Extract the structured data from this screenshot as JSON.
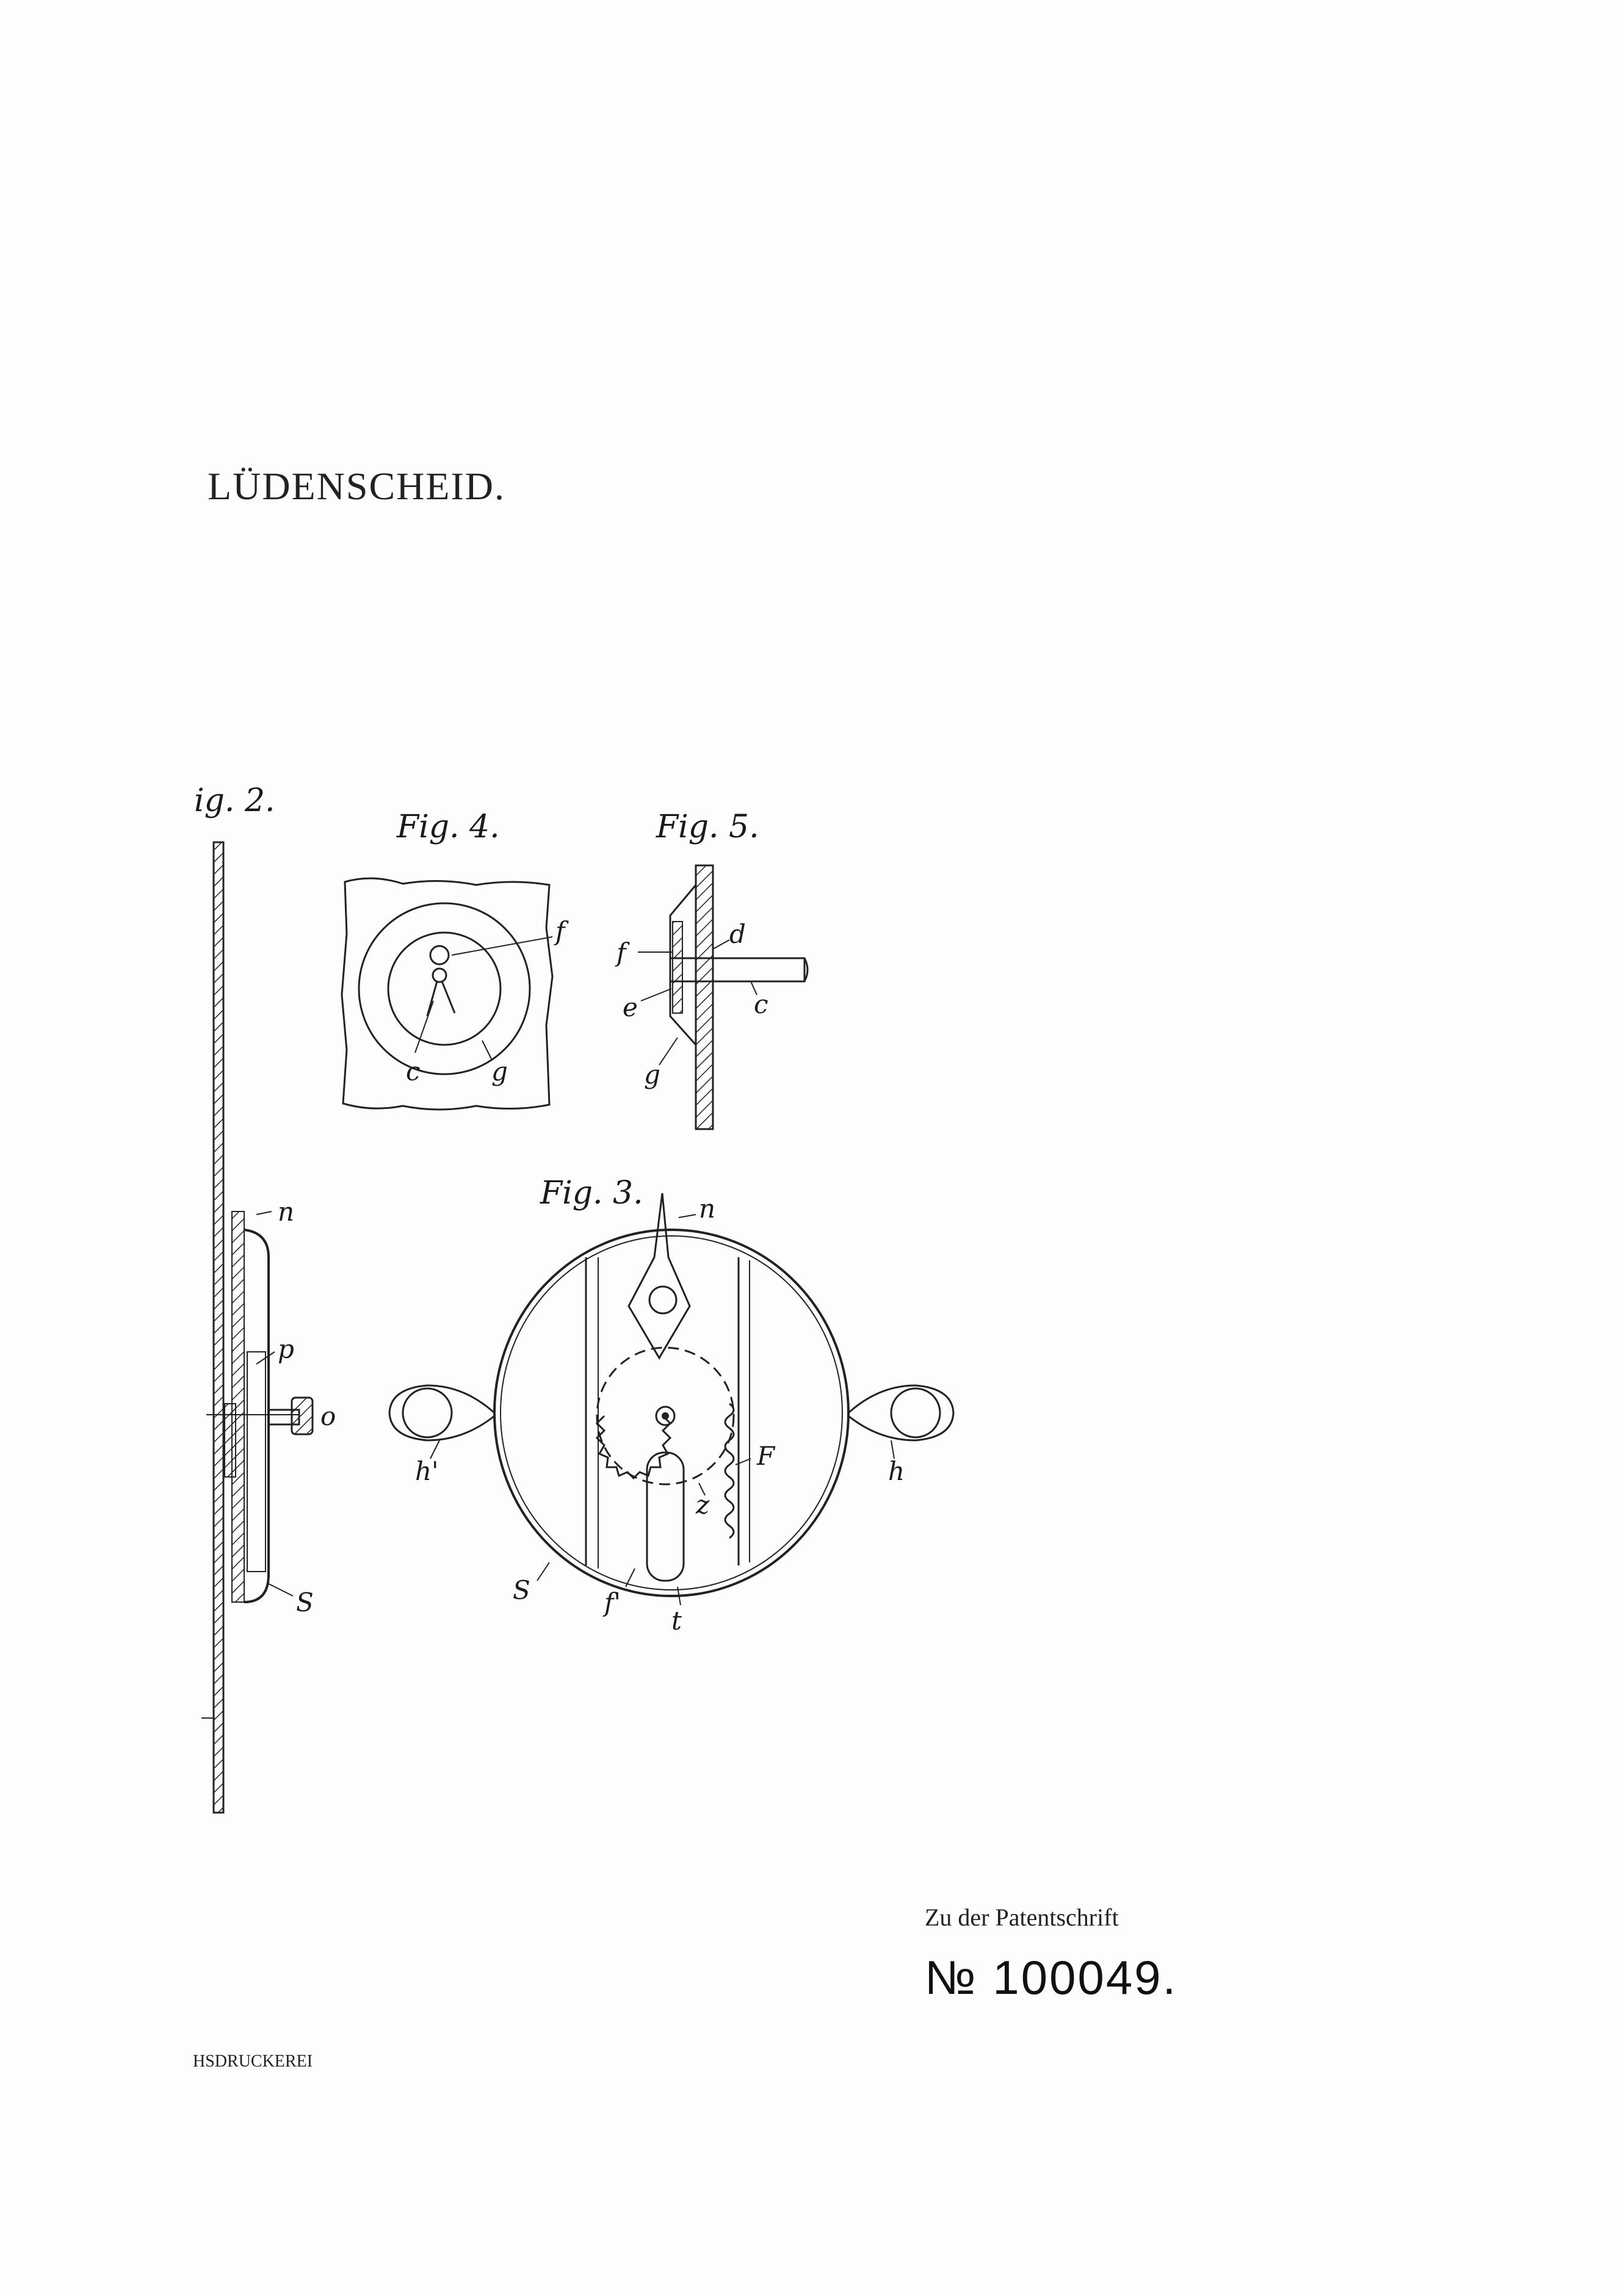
{
  "header": {
    "place": "LÜDENSCHEID."
  },
  "figures": {
    "fig2": "ig. 2.",
    "fig3": "Fig. 3.",
    "fig4": "Fig. 4.",
    "fig5": "Fig. 5."
  },
  "references": {
    "fig2": [
      "n",
      "p",
      "o",
      "S"
    ],
    "fig3": [
      "n",
      "F",
      "z",
      "h",
      "h'",
      "S",
      "f'",
      "t"
    ],
    "fig4": [
      "f",
      "c",
      "g"
    ],
    "fig5": [
      "f",
      "d",
      "e",
      "c",
      "g"
    ]
  },
  "footer": {
    "label": "Zu der Patentschrift",
    "number": "№ 100049.",
    "printer": "HSDRUCKEREI"
  }
}
